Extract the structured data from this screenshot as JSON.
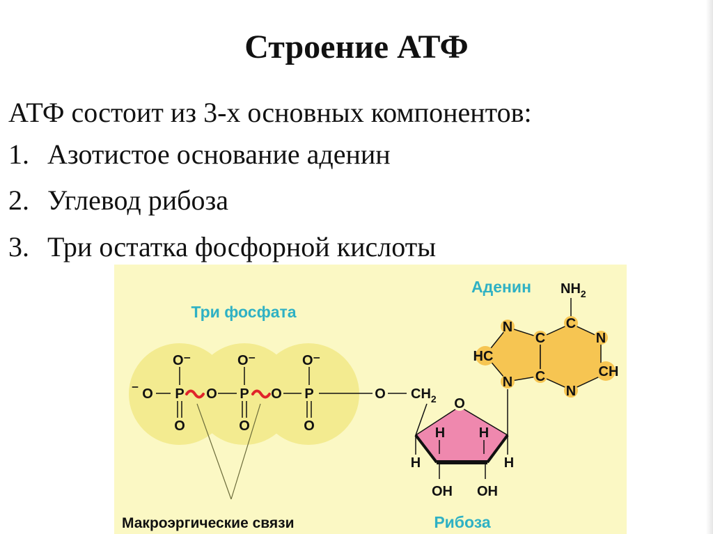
{
  "slide": {
    "title": "Строение АТФ",
    "intro": "АТФ состоит из 3-х основных компонентов:",
    "items": [
      {
        "num": "1.",
        "text": "Азотистое основание аденин"
      },
      {
        "num": "2.",
        "text": "Углевод рибоза"
      },
      {
        "num": "3.",
        "text": "Три остатка фосфорной кислоты"
      }
    ]
  },
  "figure": {
    "colors": {
      "background": "#fbf8c4",
      "phosphate": "#f3eb90",
      "adenine": "#f6c552",
      "ribose": "#ef88ae",
      "label": "#2fb1c4",
      "bond": "#e0242a"
    },
    "labels": {
      "phosphates": "Три фосфата",
      "adenine": "Аденин",
      "ribose": "Рибоза",
      "high_energy_bonds": "Макроэргические связи"
    },
    "atoms": {
      "o_minus": "O⁻",
      "minus": "⁻",
      "o": "O",
      "p": "P",
      "ch": "CH",
      "ch2": "CH",
      "sub2": "2",
      "nh": "NH",
      "n": "N",
      "c": "C",
      "hc": "HC",
      "h": "H",
      "oh": "OH"
    }
  }
}
